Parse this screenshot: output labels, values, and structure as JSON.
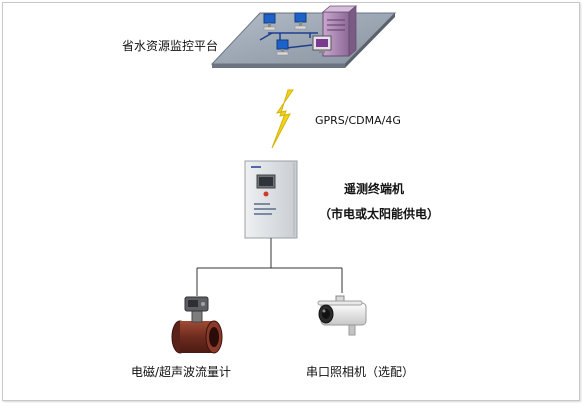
{
  "platform": {
    "label": "省水资源监控平台"
  },
  "link": {
    "label": "GPRS/CDMA/4G"
  },
  "terminal": {
    "title": "遥测终端机",
    "power": "（市电或太阳能供电）"
  },
  "devices": [
    {
      "label": "电磁/超声波流量计",
      "icon": "flowmeter-icon"
    },
    {
      "label": "串口照相机（选配）",
      "icon": "camera-icon"
    }
  ],
  "colors": {
    "platform_surface": "#9aa5b2",
    "cabinet": "#d8dce0",
    "lightning": "#f1d21c",
    "line": "#333333"
  }
}
